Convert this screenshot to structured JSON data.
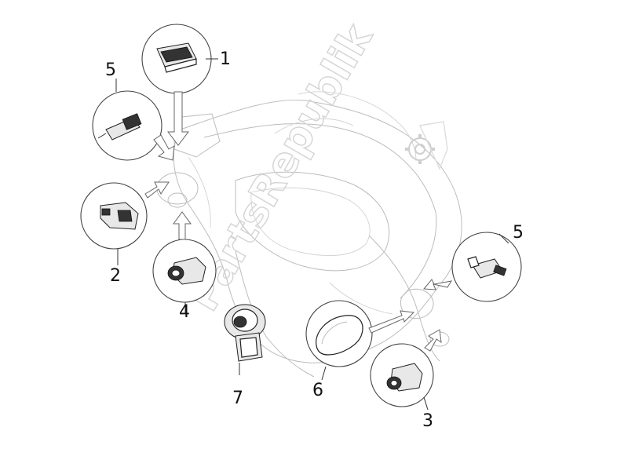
{
  "watermark": {
    "text": "PartsRepublik"
  },
  "callouts": [
    {
      "id": "c1a",
      "text": "1"
    },
    {
      "id": "c5a",
      "text": "5"
    },
    {
      "id": "c2",
      "text": "2"
    },
    {
      "id": "c4",
      "text": "4"
    },
    {
      "id": "c7",
      "text": "7"
    },
    {
      "id": "c5b",
      "text": "5"
    },
    {
      "id": "c6",
      "text": "6"
    },
    {
      "id": "c3",
      "text": "3"
    }
  ],
  "icons": [
    "gear-icon",
    "ignition-switch-icon",
    "socket-icon",
    "bulb-icon",
    "push-button-icon"
  ],
  "colors": {
    "line": "#222222",
    "ghost": "#bcbcbc",
    "watermark": "#d4d4d4"
  }
}
